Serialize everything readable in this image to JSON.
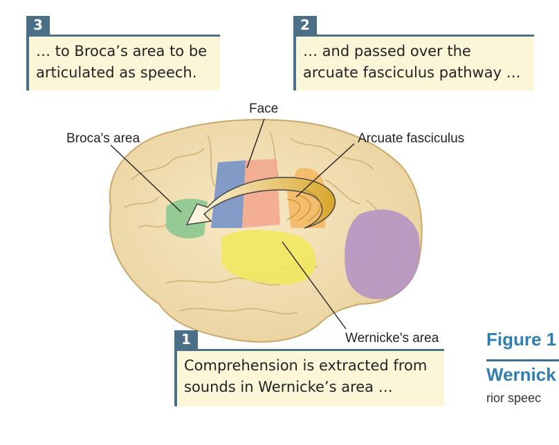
{
  "callouts": {
    "three": {
      "number": "3",
      "line1": "… to Broca’s area to be",
      "line2": "articulated as speech."
    },
    "two": {
      "number": "2",
      "line1": "… and passed over the",
      "line2": "arcuate fasciculus pathway …"
    },
    "one": {
      "number": "1",
      "line1": "Comprehension is extracted from",
      "line2": "sounds in Wernicke’s area …"
    }
  },
  "labels": {
    "face": "Face",
    "broca": "Broca's area",
    "arcuate": "Arcuate fasciculus",
    "wernicke": "Wernicke's area"
  },
  "figure": {
    "title": "Figure 1",
    "subtitle": "Wernick",
    "body": "rior speec"
  },
  "colors": {
    "accent": "#4a6f87",
    "callout_bg": "#fbf6d8",
    "figure_blue": "#2d7fb2",
    "brain": "#f2dfb4",
    "broca_region": "#8cc890",
    "motor_face": "#6f8ec8",
    "face_region": "#f2a58c",
    "arcuate_region": "#f4b055",
    "wernicke_region": "#f2e85a",
    "occipital": "#b28fc4"
  }
}
